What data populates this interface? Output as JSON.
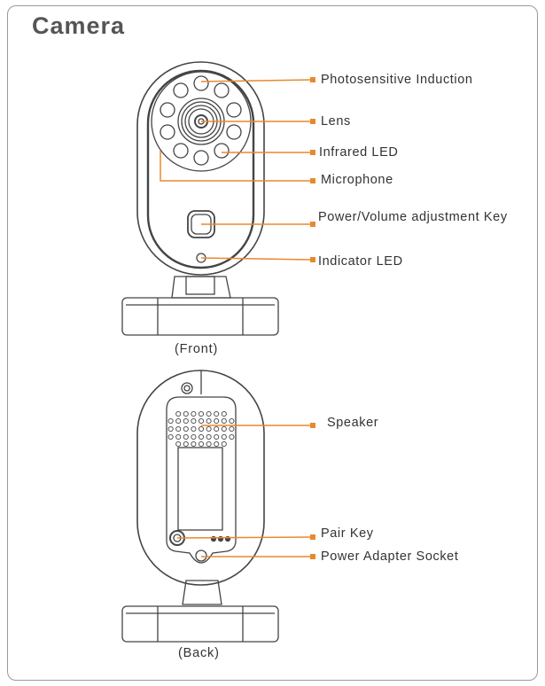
{
  "title": "Camera",
  "accent_color": "#e8892e",
  "front": {
    "caption": "(Front)",
    "labels": [
      "Photosensitive Induction",
      "Lens",
      "Infrared LED",
      "Microphone",
      "Power/Volume adjustment Key",
      "Indicator LED"
    ]
  },
  "back": {
    "caption": "(Back)",
    "labels": [
      "Speaker",
      "Pair Key",
      "Power Adapter Socket"
    ]
  }
}
